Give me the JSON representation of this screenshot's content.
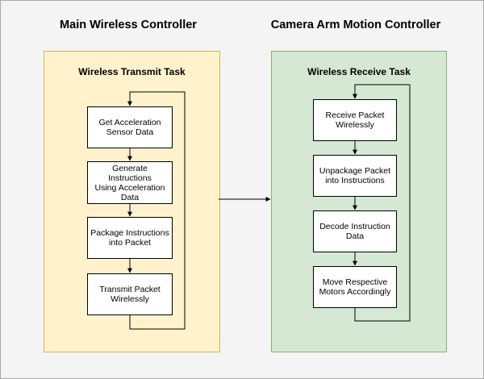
{
  "left_controller": {
    "title": "Main Wireless Controller",
    "task_title": "Wireless Transmit Task",
    "steps": [
      "Get Acceleration\nSensor Data",
      "Generate Instructions\nUsing Acceleration\nData",
      "Package Instructions\ninto Packet",
      "Transmit Packet\nWirelessly"
    ]
  },
  "right_controller": {
    "title": "Camera Arm Motion Controller",
    "task_title": "Wireless Receive Task",
    "steps": [
      "Receive Packet\nWirelessly",
      "Unpackage Packet\ninto Instructions",
      "Decode Instruction\nData",
      "Move Respective\nMotors Accordingly"
    ]
  }
}
